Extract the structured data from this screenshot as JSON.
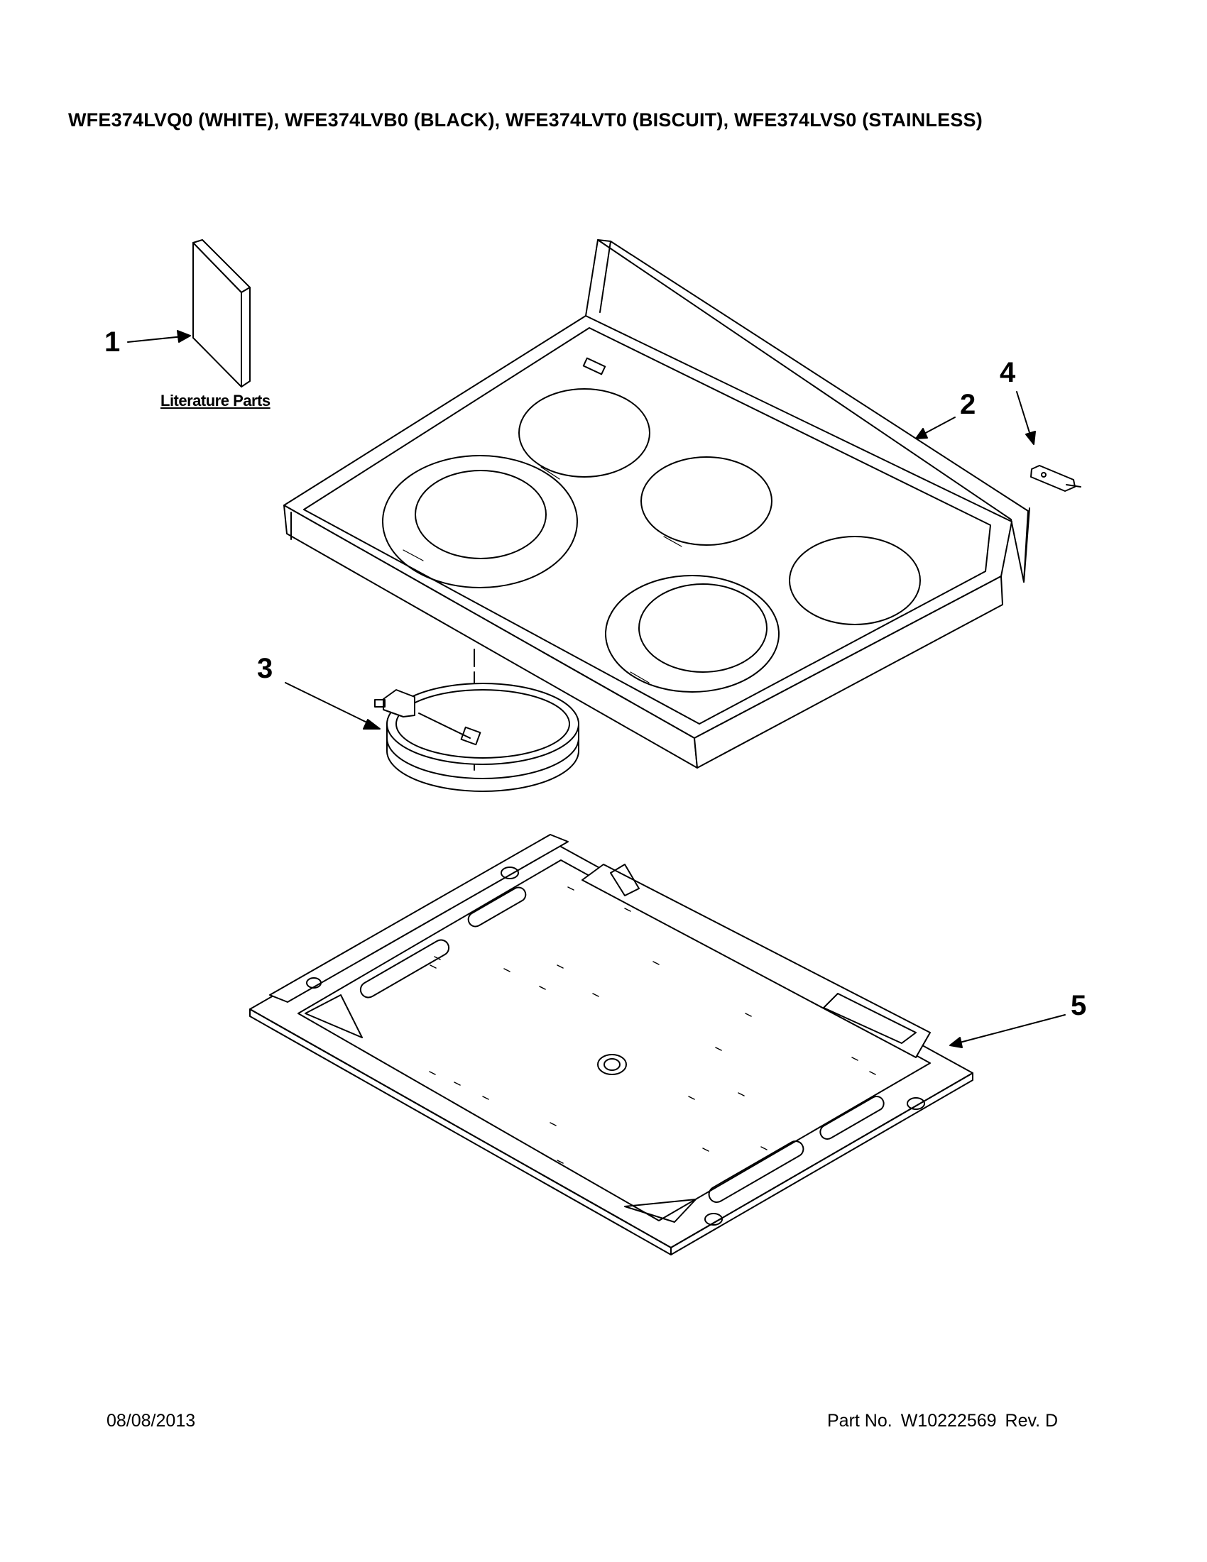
{
  "header": {
    "title": "WFE374LVQ0 (WHITE), WFE374LVB0 (BLACK), WFE374LVT0 (BISCUIT), WFE374LVS0 (STAINLESS)"
  },
  "callouts": {
    "item1": "1",
    "item2": "2",
    "item3": "3",
    "item4": "4",
    "item5": "5"
  },
  "literature_label": "Literature Parts",
  "footer": {
    "date": "08/08/2013",
    "part_label": "Part No.",
    "part_number": "W10222569",
    "revision": "Rev. D"
  }
}
